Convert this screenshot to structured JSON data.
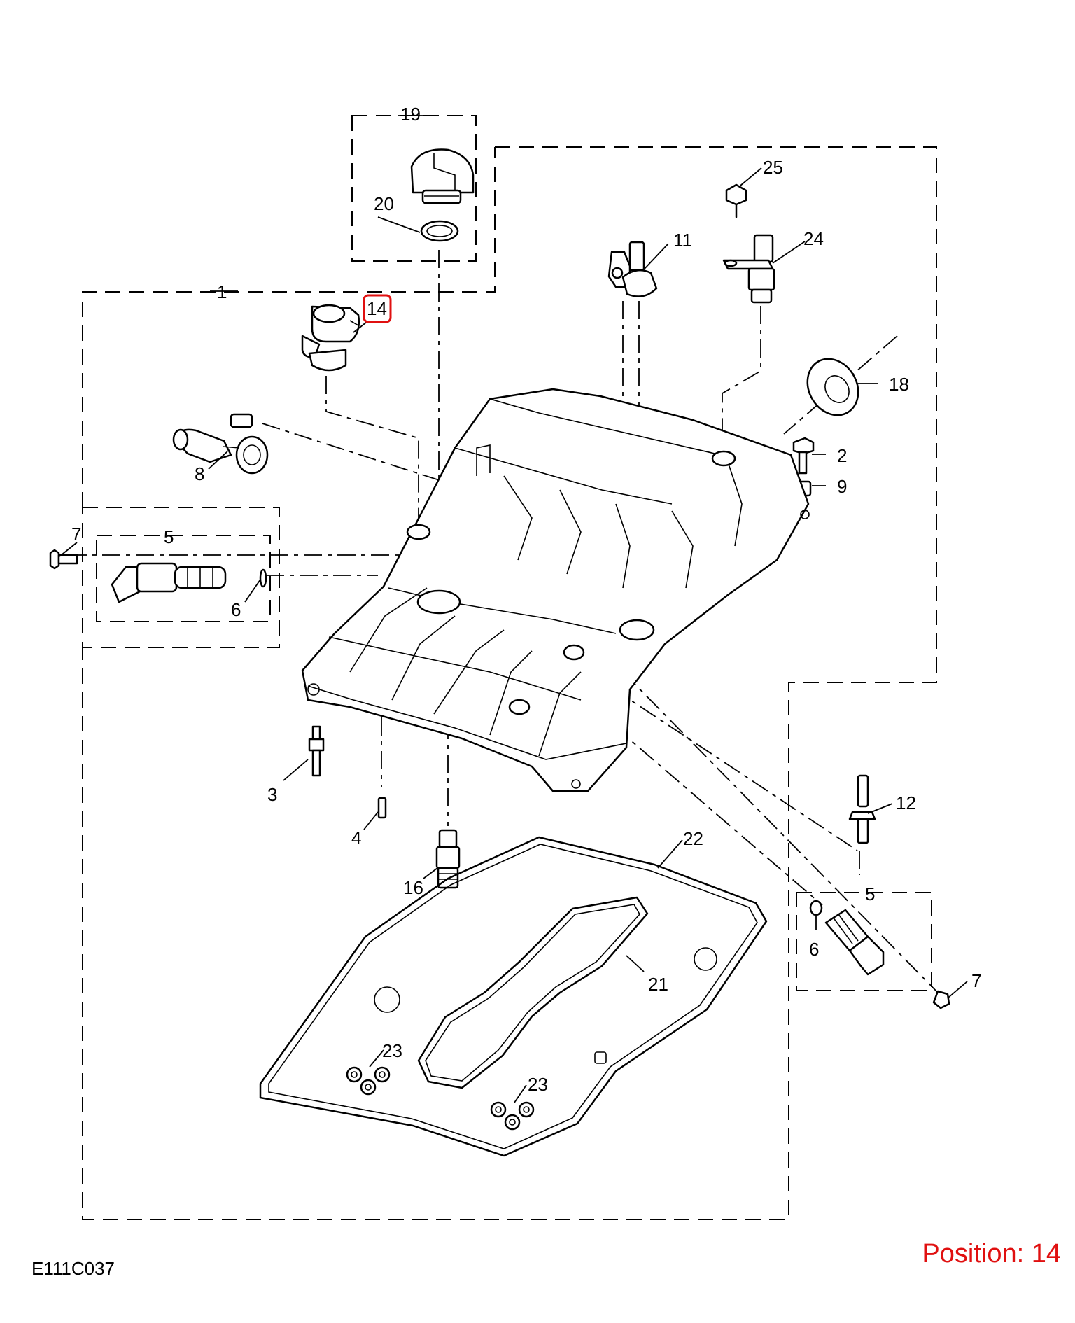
{
  "diagram_code": "E111C037",
  "position_label": "Position: 14",
  "highlight_color": "#e01010",
  "callouts": [
    "19",
    "20",
    "25",
    "11",
    "24",
    "1",
    "14",
    "18",
    "2",
    "9",
    "8",
    "7",
    "5",
    "6",
    "3",
    "4",
    "16",
    "12",
    "22",
    "21",
    "23",
    "23",
    "5",
    "6",
    "7"
  ]
}
